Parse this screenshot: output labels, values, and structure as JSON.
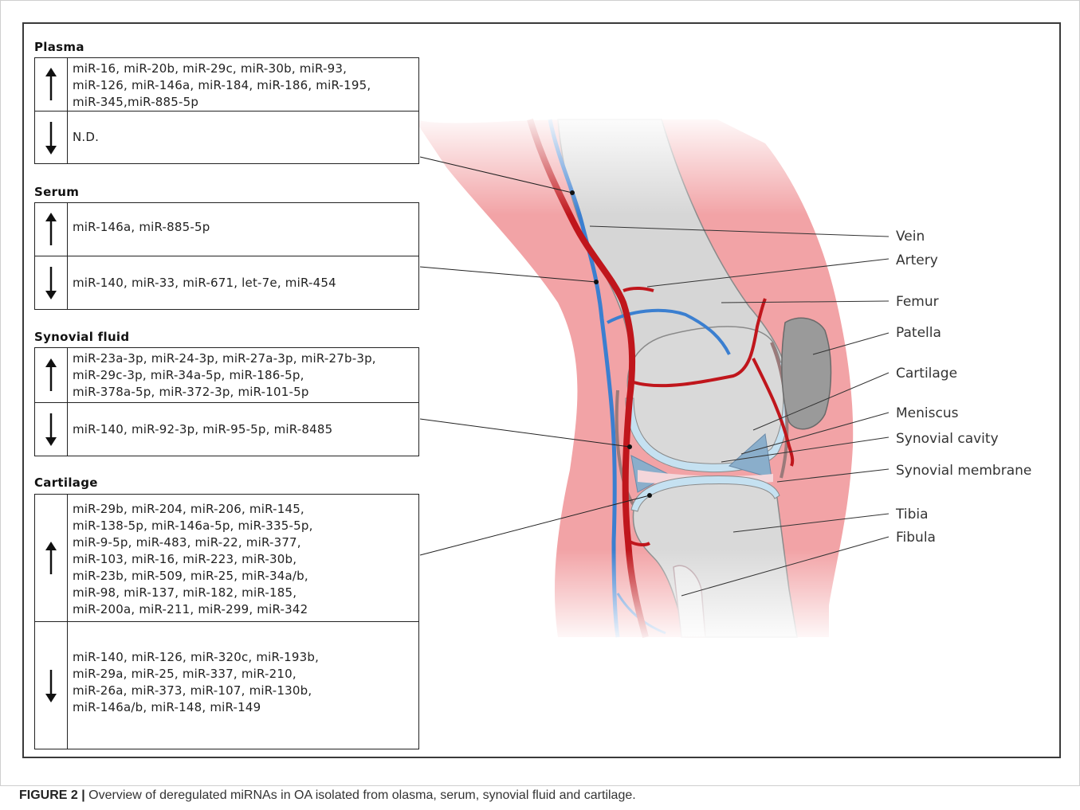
{
  "sections": {
    "plasma": {
      "title": "Plasma",
      "up": "miR-16, miR-20b, miR-29c, miR-30b, miR-93,\nmiR-126, miR-146a, miR-184, miR-186, miR-195,\nmiR-345,miR-885-5p",
      "down": "N.D."
    },
    "serum": {
      "title": "Serum",
      "up": "miR-146a, miR-885-5p",
      "down": "miR-140, miR-33, miR-671, let-7e, miR-454"
    },
    "synovial": {
      "title": "Synovial fluid",
      "up": "miR-23a-3p, miR-24-3p, miR-27a-3p, miR-27b-3p,\nmiR-29c-3p, miR-34a-5p, miR-186-5p,\nmiR-378a-5p, miR-372-3p, miR-101-5p",
      "down": "miR-140, miR-92-3p, miR-95-5p, miR-8485"
    },
    "cartilage": {
      "title": "Cartilage",
      "up": "miR-29b, miR-204, miR-206, miR-145,\nmiR-138-5p, miR-146a-5p, miR-335-5p,\nmiR-9-5p, miR-483, miR-22, miR-377,\nmiR-103, miR-16, miR-223, miR-30b,\nmiR-23b, miR-509, miR-25, miR-34a/b,\nmiR-98, miR-137, miR-182, miR-185,\nmiR-200a, miR-211, miR-299, miR-342",
      "down": "miR-140, miR-126, miR-320c, miR-193b,\nmiR-29a, miR-25, miR-337, miR-210,\nmiR-26a, miR-373, miR-107, miR-130b,\nmiR-146a/b, miR-148, miR-149"
    }
  },
  "anatomy_labels": {
    "vein": "Vein",
    "artery": "Artery",
    "femur": "Femur",
    "patella": "Patella",
    "cartilage": "Cartilage",
    "meniscus": "Meniscus",
    "synovial_cavity": "Synovial cavity",
    "synovial_membrane": "Synovial membrane",
    "tibia": "Tibia",
    "fibula": "Fibula"
  },
  "caption": {
    "label": "FIGURE 2 |",
    "text": " Overview of deregulated miRNAs in OA isolated from olasma, serum, synovial fluid and cartilage."
  },
  "colors": {
    "skin": "#f2a3a6",
    "artery": "#c0161c",
    "vein": "#3b7fd0",
    "bone": "#d9d9d9",
    "cartilage": "#c5e1f1",
    "meniscus": "#8aaecb",
    "patella": "#9a9a9a"
  },
  "icons": {
    "up": "arrow-up-icon",
    "down": "arrow-down-icon"
  }
}
